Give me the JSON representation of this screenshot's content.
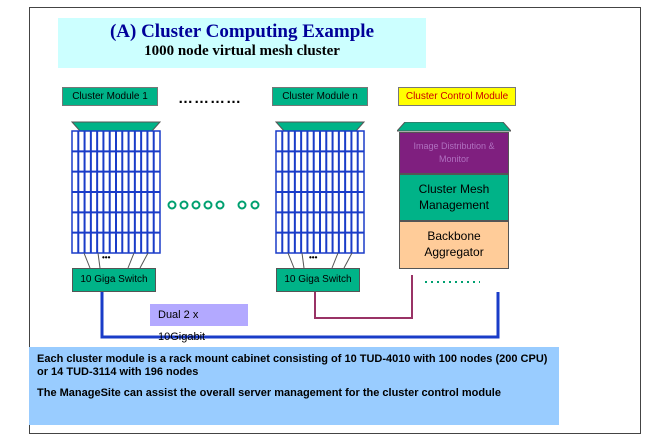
{
  "title": {
    "main": "(A) Cluster Computing Example",
    "sub": "1000 node virtual mesh cluster"
  },
  "modules": {
    "module_1": "Cluster Module 1",
    "module_n": "Cluster Module n",
    "control": "Cluster Control Module",
    "ellipsis": "…………"
  },
  "control_module": {
    "image_distribution": "Image Distribution & Monitor",
    "mesh_management": "Cluster Mesh Management",
    "backbone": "Backbone Aggregator"
  },
  "switches": {
    "left": "10 Giga Switch",
    "right": "10 Giga Switch",
    "dots": "•••"
  },
  "links": {
    "dual": "Dual 2 x 10Gigabit"
  },
  "notes": {
    "line1": "Each cluster module is a rack mount cabinet consisting of 10 TUD-4010 with 100 nodes (200 CPU) or 14 TUD-3114 with 196 nodes",
    "line2": "The ManageSite can assist the overall server management for the cluster control module"
  },
  "colors": {
    "title_bg": "#ccffff",
    "module_green": "#00b388",
    "control_yellow": "#ffff00",
    "rack_blue": "#1a3cc8",
    "cable_blue": "#1a3cc8",
    "cable_maroon": "#993366",
    "note_bg": "#99ccff"
  }
}
